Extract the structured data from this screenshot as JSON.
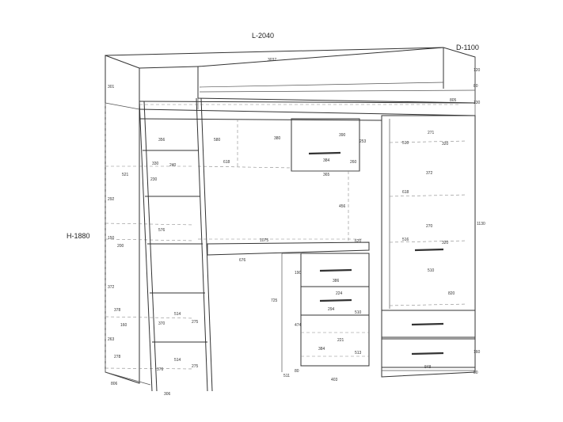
{
  "overall": {
    "length": "L-2040",
    "depth": "D-1100",
    "height": "H-1880"
  },
  "dims": [
    "3037",
    "120",
    "80",
    "130",
    "805",
    "301",
    "356",
    "580",
    "253",
    "380",
    "390",
    "330",
    "240",
    "618",
    "384",
    "260",
    "365",
    "230",
    "271",
    "510",
    "320",
    "372",
    "521",
    "292",
    "618",
    "270",
    "456",
    "576",
    "150",
    "200",
    "1075",
    "620",
    "676",
    "516",
    "320",
    "190",
    "386",
    "224",
    "725",
    "294",
    "510",
    "1130",
    "372",
    "378",
    "514",
    "275",
    "370",
    "510",
    "160",
    "474",
    "263",
    "221",
    "820",
    "278",
    "384",
    "513",
    "514",
    "275",
    "376",
    "80",
    "511",
    "403",
    "848",
    "806",
    "306",
    "80",
    "160"
  ]
}
